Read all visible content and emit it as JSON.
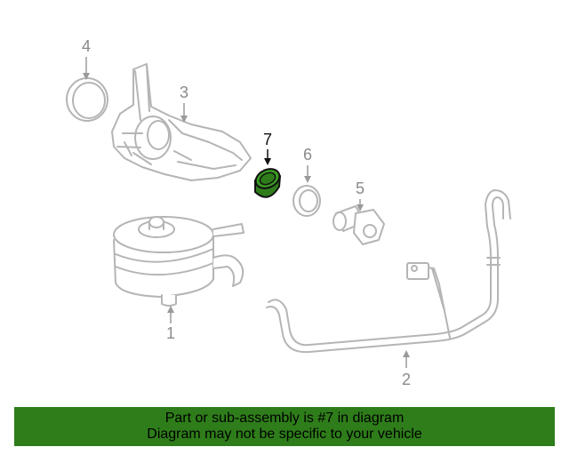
{
  "callouts": {
    "part_1": "1",
    "part_2": "2",
    "part_3": "3",
    "part_4": "4",
    "part_5": "5",
    "part_6": "6",
    "part_7": "7"
  },
  "highlight_color": "#2e7d1a",
  "banner": {
    "line1": "Part or sub-assembly is #7 in diagram",
    "line2": "Diagram may not be specific to your vehicle"
  }
}
